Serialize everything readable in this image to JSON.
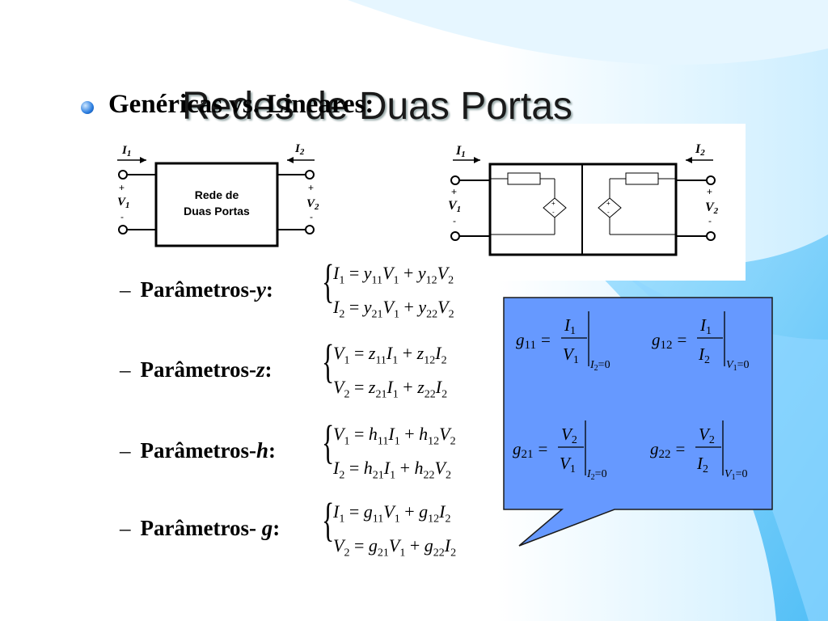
{
  "slide": {
    "title": "Redes de Duas Portas",
    "heading": "Genéricas vs. Lineares:"
  },
  "circuit_generic": {
    "i1": "I",
    "i1_sub": "1",
    "i2": "I",
    "i2_sub": "2",
    "v1": "V",
    "v1_sub": "1",
    "v2": "V",
    "v2_sub": "2",
    "plus": "+",
    "minus": "-",
    "box_line1": "Rede de",
    "box_line2": "Duas Portas"
  },
  "circuit_linear": {
    "i1": "I",
    "i1_sub": "1",
    "i2": "I",
    "i2_sub": "2",
    "v1": "V",
    "v1_sub": "1",
    "v2": "V",
    "v2_sub": "2",
    "plus": "+",
    "minus": "-"
  },
  "params": [
    {
      "label": "Parâmetros-",
      "symbol": "y",
      "colon": ":",
      "eq1": [
        "I",
        "1",
        "y",
        "11",
        "V",
        "1",
        "y",
        "12",
        "V",
        "2"
      ],
      "eq2": [
        "I",
        "2",
        "y",
        "21",
        "V",
        "1",
        "y",
        "22",
        "V",
        "2"
      ]
    },
    {
      "label": "Parâmetros-",
      "symbol": "z",
      "colon": ":",
      "eq1": [
        "V",
        "1",
        "z",
        "11",
        "I",
        "1",
        "z",
        "12",
        "I",
        "2"
      ],
      "eq2": [
        "V",
        "2",
        "z",
        "21",
        "I",
        "1",
        "z",
        "22",
        "I",
        "2"
      ]
    },
    {
      "label": "Parâmetros-",
      "symbol": "h",
      "colon": ":",
      "eq1": [
        "V",
        "1",
        "h",
        "11",
        "I",
        "1",
        "h",
        "12",
        "V",
        "2"
      ],
      "eq2": [
        "I",
        "2",
        "h",
        "21",
        "I",
        "1",
        "h",
        "22",
        "V",
        "2"
      ]
    },
    {
      "label": "Parâmetros- ",
      "symbol": "g",
      "colon": ":",
      "eq1": [
        "I",
        "1",
        "g",
        "11",
        "V",
        "1",
        "g",
        "12",
        "I",
        "2"
      ],
      "eq2": [
        "V",
        "2",
        "g",
        "21",
        "V",
        "1",
        "g",
        "22",
        "I",
        "2"
      ]
    }
  ],
  "callout": {
    "g11": {
      "g": "g",
      "gsub": "11",
      "num": "I",
      "numsub": "1",
      "den": "V",
      "densub": "1",
      "cond": "I",
      "condsub": "2",
      "condeq": "=0"
    },
    "g12": {
      "g": "g",
      "gsub": "12",
      "num": "I",
      "numsub": "1",
      "den": "I",
      "densub": "2",
      "cond": "V",
      "condsub": "1",
      "condeq": "=0"
    },
    "g21": {
      "g": "g",
      "gsub": "21",
      "num": "V",
      "numsub": "2",
      "den": "V",
      "densub": "1",
      "cond": "I",
      "condsub": "2",
      "condeq": "=0"
    },
    "g22": {
      "g": "g",
      "gsub": "22",
      "num": "V",
      "numsub": "2",
      "den": "I",
      "densub": "2",
      "cond": "V",
      "condsub": "1",
      "condeq": "=0"
    },
    "equals": "=",
    "plus": "+",
    "colors": {
      "fill": "#6699ff",
      "border": "#1a1a1a"
    }
  },
  "colors": {
    "bg_accent": "#5bc8ff",
    "bg_light": "#c8ecff"
  }
}
